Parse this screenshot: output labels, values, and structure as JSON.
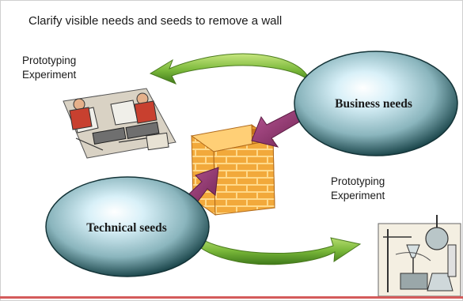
{
  "title": "Clarify visible needs and seeds to remove a wall",
  "nodes": {
    "business_needs": "Business needs",
    "technical_seeds": "Technical seeds"
  },
  "prototyping_left": {
    "line1": "Prototyping",
    "line2": "Experiment"
  },
  "prototyping_right": {
    "line1": "Prototyping",
    "line2": "Experiment"
  },
  "colors": {
    "ellipse_gradient": [
      "#ffffff",
      "#d8f0f8",
      "#8ab5bd",
      "#1f4a4f"
    ],
    "green_arrow": "#7ab83a",
    "purple_arrow": "#9b3a78",
    "wall_brick": "#f2a93b",
    "wall_mortar": "#ffd98a",
    "border_accent": "#d45b5b"
  },
  "icons": [
    "brick-wall-icon",
    "people-at-computers-icon",
    "lab-equipment-icon"
  ]
}
